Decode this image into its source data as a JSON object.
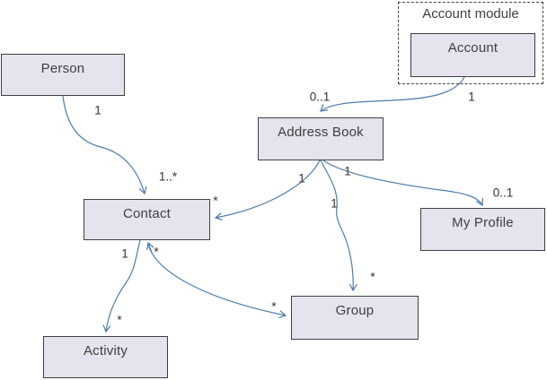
{
  "diagram": {
    "colors": {
      "edge": "#4c7cad",
      "node_fill": "#e6e2ee",
      "node_border": "#404040",
      "text": "#3f3f3f"
    },
    "nodes": [
      {
        "id": "person",
        "label": "Person"
      },
      {
        "id": "account-module",
        "label": "Account module",
        "type": "dashed-group"
      },
      {
        "id": "account",
        "label": "Account"
      },
      {
        "id": "address-book",
        "label": "Address Book"
      },
      {
        "id": "contact",
        "label": "Contact"
      },
      {
        "id": "my-profile",
        "label": "My Profile"
      },
      {
        "id": "group",
        "label": "Group"
      },
      {
        "id": "activity",
        "label": "Activity"
      }
    ],
    "edges": [
      {
        "name": "person-contact",
        "from": "Person",
        "to": "Contact",
        "from_label": "1",
        "to_label": "1..*"
      },
      {
        "name": "account-addressbook",
        "from": "Account",
        "to": "Address Book",
        "from_label": "1",
        "to_label": "0..1"
      },
      {
        "name": "addressbook-contact",
        "from": "Address Book",
        "to": "Contact",
        "from_label": "1",
        "to_label": "*"
      },
      {
        "name": "addressbook-myprofile",
        "from": "Address Book",
        "to": "My Profile",
        "from_label": "1",
        "to_label": "0..1"
      },
      {
        "name": "addressbook-group",
        "from": "Address Book",
        "to": "Group",
        "from_label": "1",
        "to_label": "*"
      },
      {
        "name": "contact-activity",
        "from": "Contact",
        "to": "Activity",
        "from_label": "1",
        "to_label": "*"
      },
      {
        "name": "contact-group",
        "from": "Contact",
        "to": "Group",
        "from_label": "*",
        "to_label": "*"
      }
    ]
  }
}
